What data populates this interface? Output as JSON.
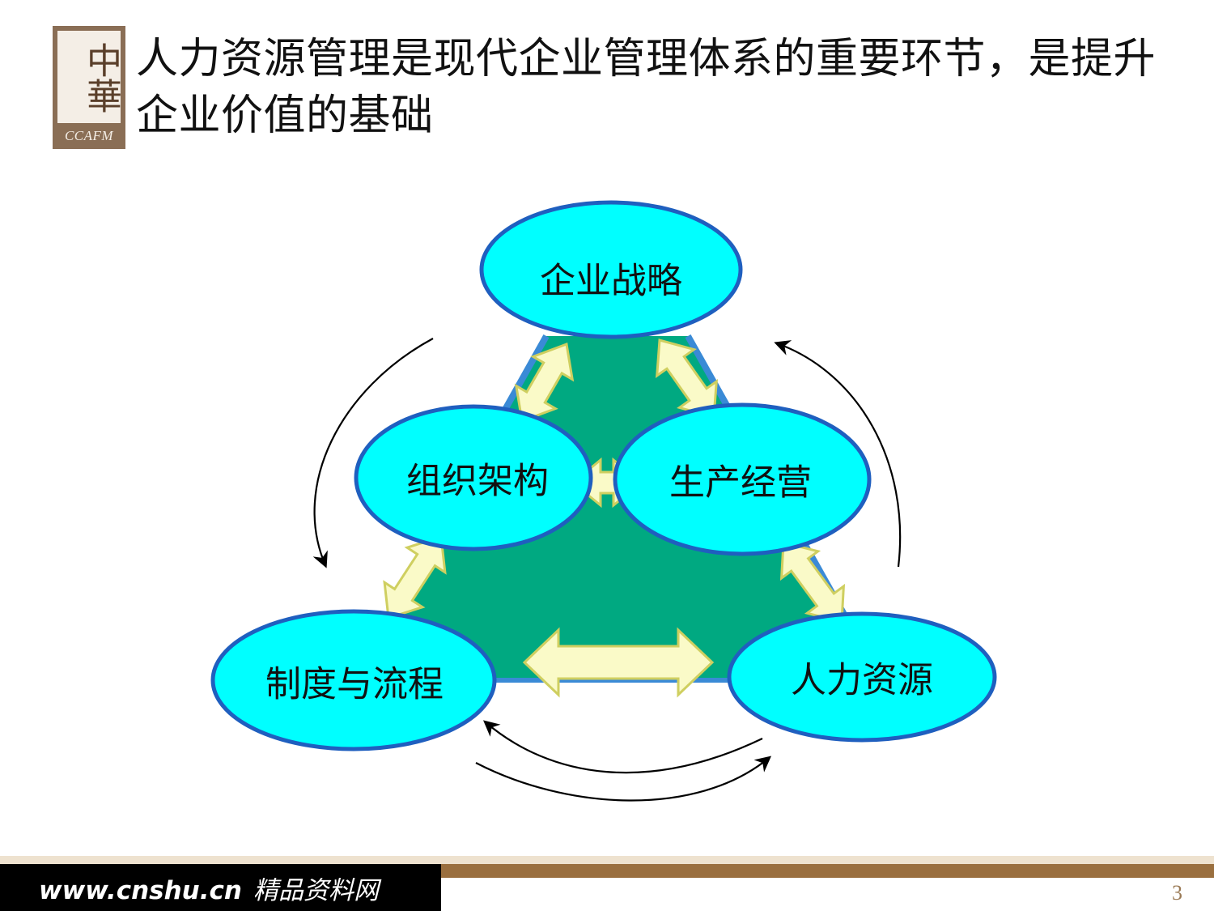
{
  "title": "人力资源管理是现代企业管理体系的重要环节，是提升企业价值的基础",
  "logo": {
    "mark": "中華",
    "caption": "CCAFM"
  },
  "diagram": {
    "nodes": [
      {
        "id": "strategy",
        "label": "企业战略"
      },
      {
        "id": "organization",
        "label": "组织架构"
      },
      {
        "id": "operations",
        "label": "生产经营"
      },
      {
        "id": "process",
        "label": "制度与流程"
      },
      {
        "id": "hr",
        "label": "人力资源"
      }
    ],
    "links": [
      [
        "strategy",
        "organization"
      ],
      [
        "strategy",
        "operations"
      ],
      [
        "organization",
        "operations"
      ],
      [
        "organization",
        "process"
      ],
      [
        "operations",
        "hr"
      ],
      [
        "process",
        "hr"
      ]
    ],
    "colors": {
      "node_fill": "#00ffff",
      "node_stroke": "#1f5fbf",
      "triangle_fill": "#00a981",
      "triangle_edge": "#3a8ad6",
      "arrow_fill": "#fafac8",
      "arrow_stroke": "#cfcf60",
      "cycle_arrow": "#000000"
    }
  },
  "footer": {
    "site": "www.cnshu.cn",
    "tagline": "精品资料网"
  },
  "page_number": "3"
}
